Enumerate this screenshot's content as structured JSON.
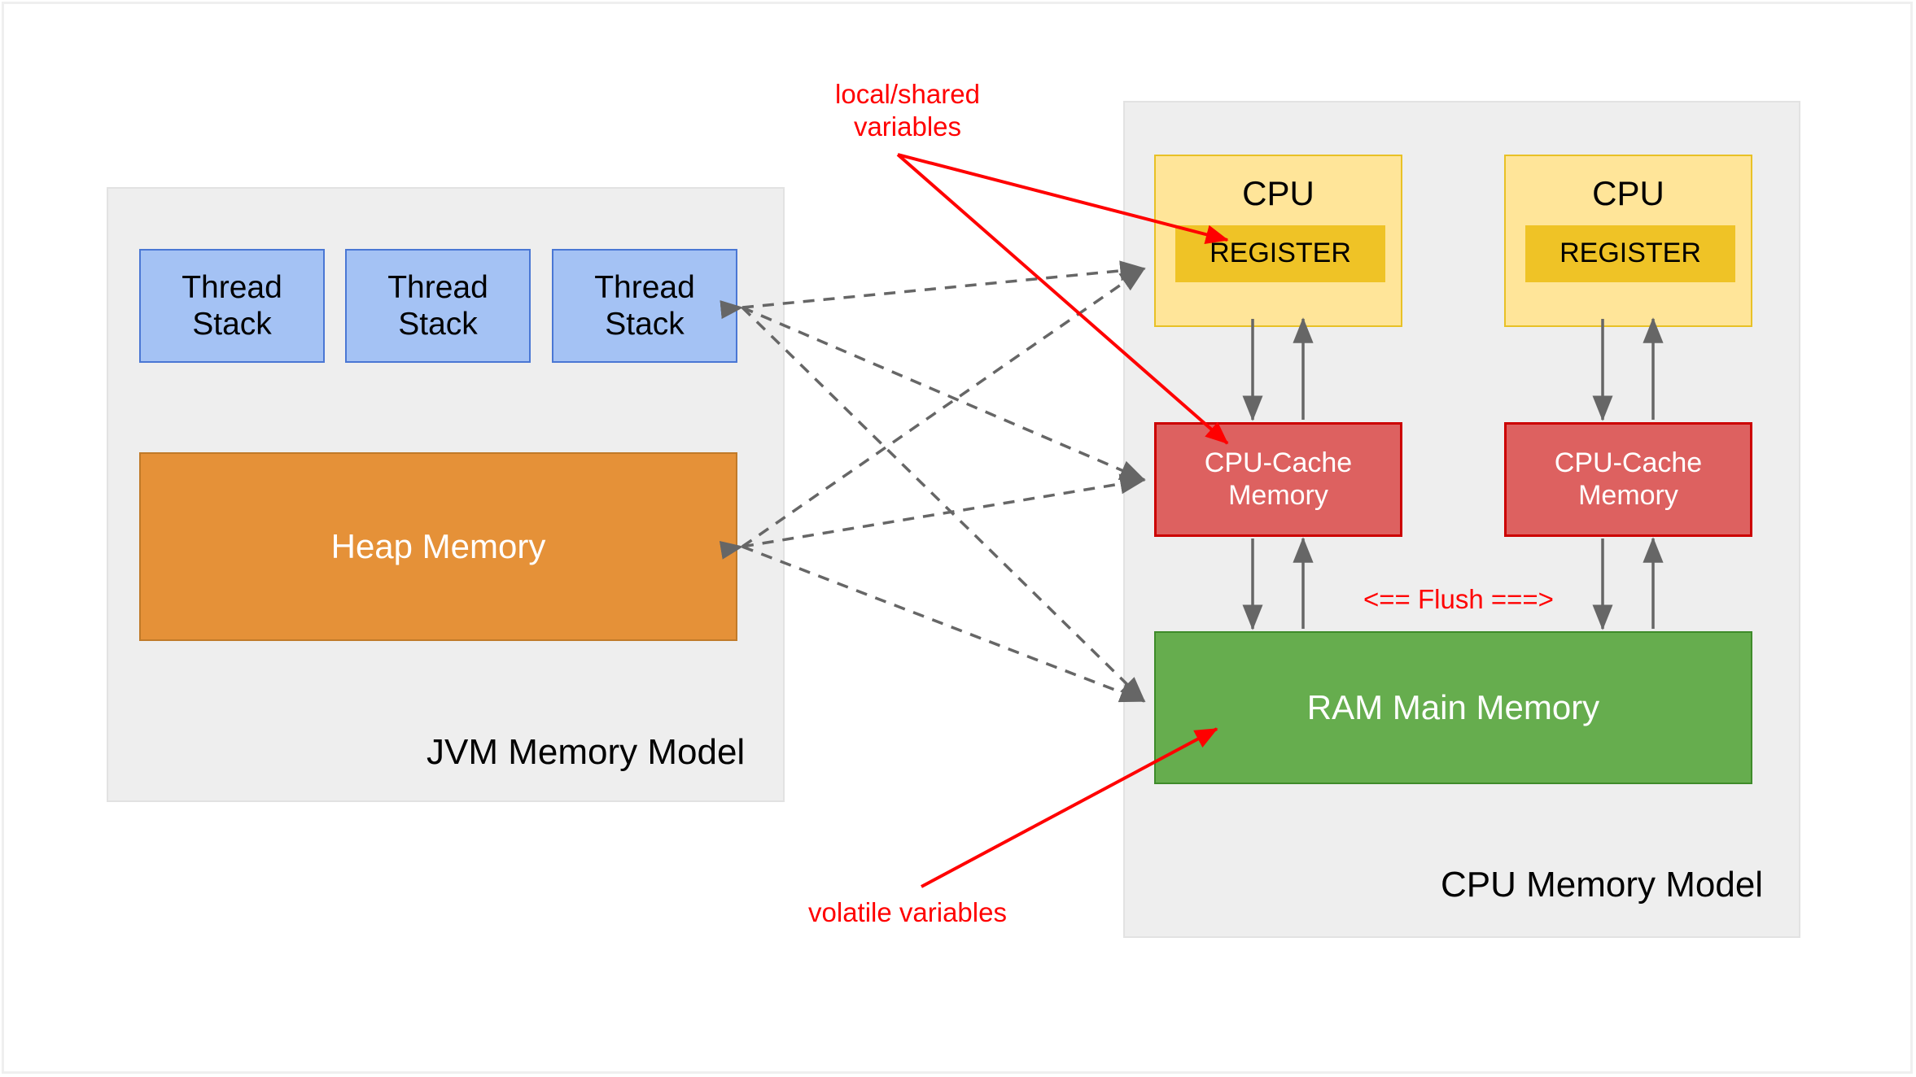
{
  "diagram": {
    "title": "JVM Memory Model and CPU Memory Model",
    "colors": {
      "panel_bg": "#eeeeee",
      "thread_stack": "#A4C2F4",
      "heap": "#E59138",
      "cpu": "#FFE599",
      "register": "#EFC326",
      "cache": "#DD6160",
      "ram": "#66AD4E",
      "annotation_red": "#FF0000",
      "connector_gray": "#666666"
    }
  },
  "jvm_panel": {
    "label": "JVM Memory Model",
    "thread_stacks": [
      {
        "line1": "Thread",
        "line2": "Stack"
      },
      {
        "line1": "Thread",
        "line2": "Stack"
      },
      {
        "line1": "Thread",
        "line2": "Stack"
      }
    ],
    "heap": {
      "label": "Heap Memory"
    }
  },
  "cpu_panel": {
    "label": "CPU Memory Model",
    "cpus": [
      {
        "title": "CPU",
        "register": "REGISTER",
        "cache_line1": "CPU-Cache",
        "cache_line2": "Memory"
      },
      {
        "title": "CPU",
        "register": "REGISTER",
        "cache_line1": "CPU-Cache",
        "cache_line2": "Memory"
      }
    ],
    "ram": {
      "label": "RAM Main Memory"
    },
    "flush_label": "<== Flush ===>"
  },
  "annotations": {
    "local_shared": "local/shared\nvariables",
    "volatile": "volatile variables"
  }
}
